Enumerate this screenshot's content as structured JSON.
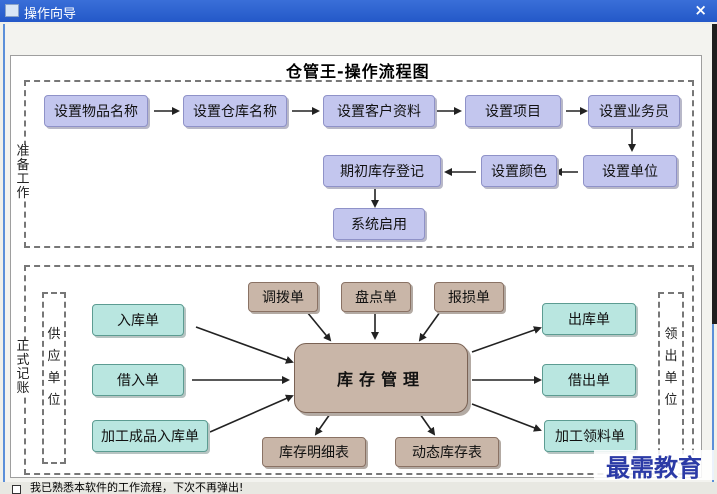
{
  "window": {
    "title": "操作向导",
    "close_glyph": "×"
  },
  "diagram_title": "仓管王-操作流程图",
  "prep_section_label": "准备工作",
  "formal_section_label": "正式记账",
  "supplier_label": "供应单位",
  "receiver_label": "领出单位",
  "prep_steps": {
    "s1": "设置物品名称",
    "s2": "设置仓库名称",
    "s3": "设置客户资料",
    "s4": "设置项目",
    "s5": "设置业务员",
    "s6": "设置单位",
    "s7": "设置颜色",
    "s8": "期初库存登记",
    "s9": "系统启用"
  },
  "inbound": {
    "receipt": "入库单",
    "borrow_in": "借入单",
    "processed_in": "加工成品入库单"
  },
  "top_docs": {
    "transfer": "调拨单",
    "stocktake": "盘点单",
    "scrap": "报损单"
  },
  "core": "库存管理",
  "outbound": {
    "issue": "出库单",
    "borrow_out": "借出单",
    "process_pick": "加工领料单"
  },
  "reports": {
    "detail": "库存明细表",
    "dynamic": "动态库存表"
  },
  "footer": {
    "text": "我已熟悉本软件的工作流程，下次不再弹出!"
  },
  "watermark": "最需教育",
  "colors": {
    "prep": "#c3c6ee",
    "inout": "#b9e6e0",
    "core": "#c9b6a8",
    "titlebar": "#2458c8"
  }
}
